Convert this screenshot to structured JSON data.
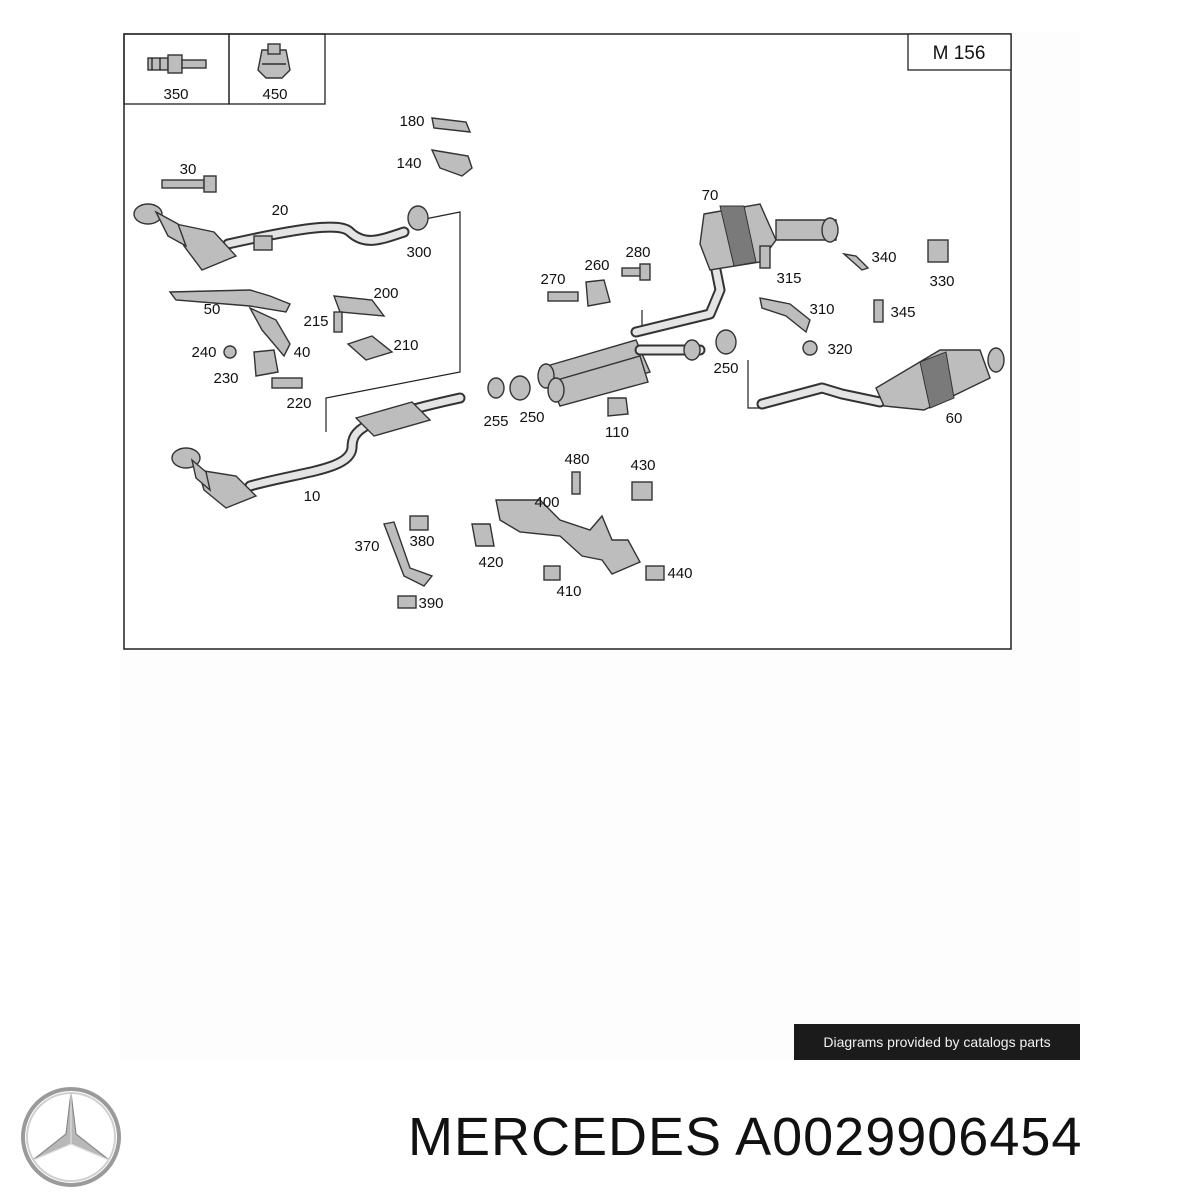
{
  "diagram": {
    "model_code": "M 156",
    "inset_labels": [
      "350",
      "450"
    ],
    "callouts": {
      "c10": "10",
      "c20": "20",
      "c30": "30",
      "c40": "40",
      "c50": "50",
      "c60": "60",
      "c70": "70",
      "c110": "110",
      "c140": "140",
      "c180": "180",
      "c200": "200",
      "c210": "210",
      "c215": "215",
      "c220": "220",
      "c230": "230",
      "c240": "240",
      "c250a": "250",
      "c250b": "250",
      "c255": "255",
      "c260": "260",
      "c270": "270",
      "c280": "280",
      "c300": "300",
      "c310": "310",
      "c315": "315",
      "c320": "320",
      "c330": "330",
      "c340": "340",
      "c345": "345",
      "c370": "370",
      "c380": "380",
      "c390": "390",
      "c400": "400",
      "c410": "410",
      "c420": "420",
      "c430": "430",
      "c440": "440",
      "c480": "480"
    }
  },
  "credit": "Diagrams provided by catalogs parts",
  "footer": {
    "brand": "MERCEDES",
    "part_number": "A0029906454",
    "logo_icon": "mercedes-star-icon"
  }
}
